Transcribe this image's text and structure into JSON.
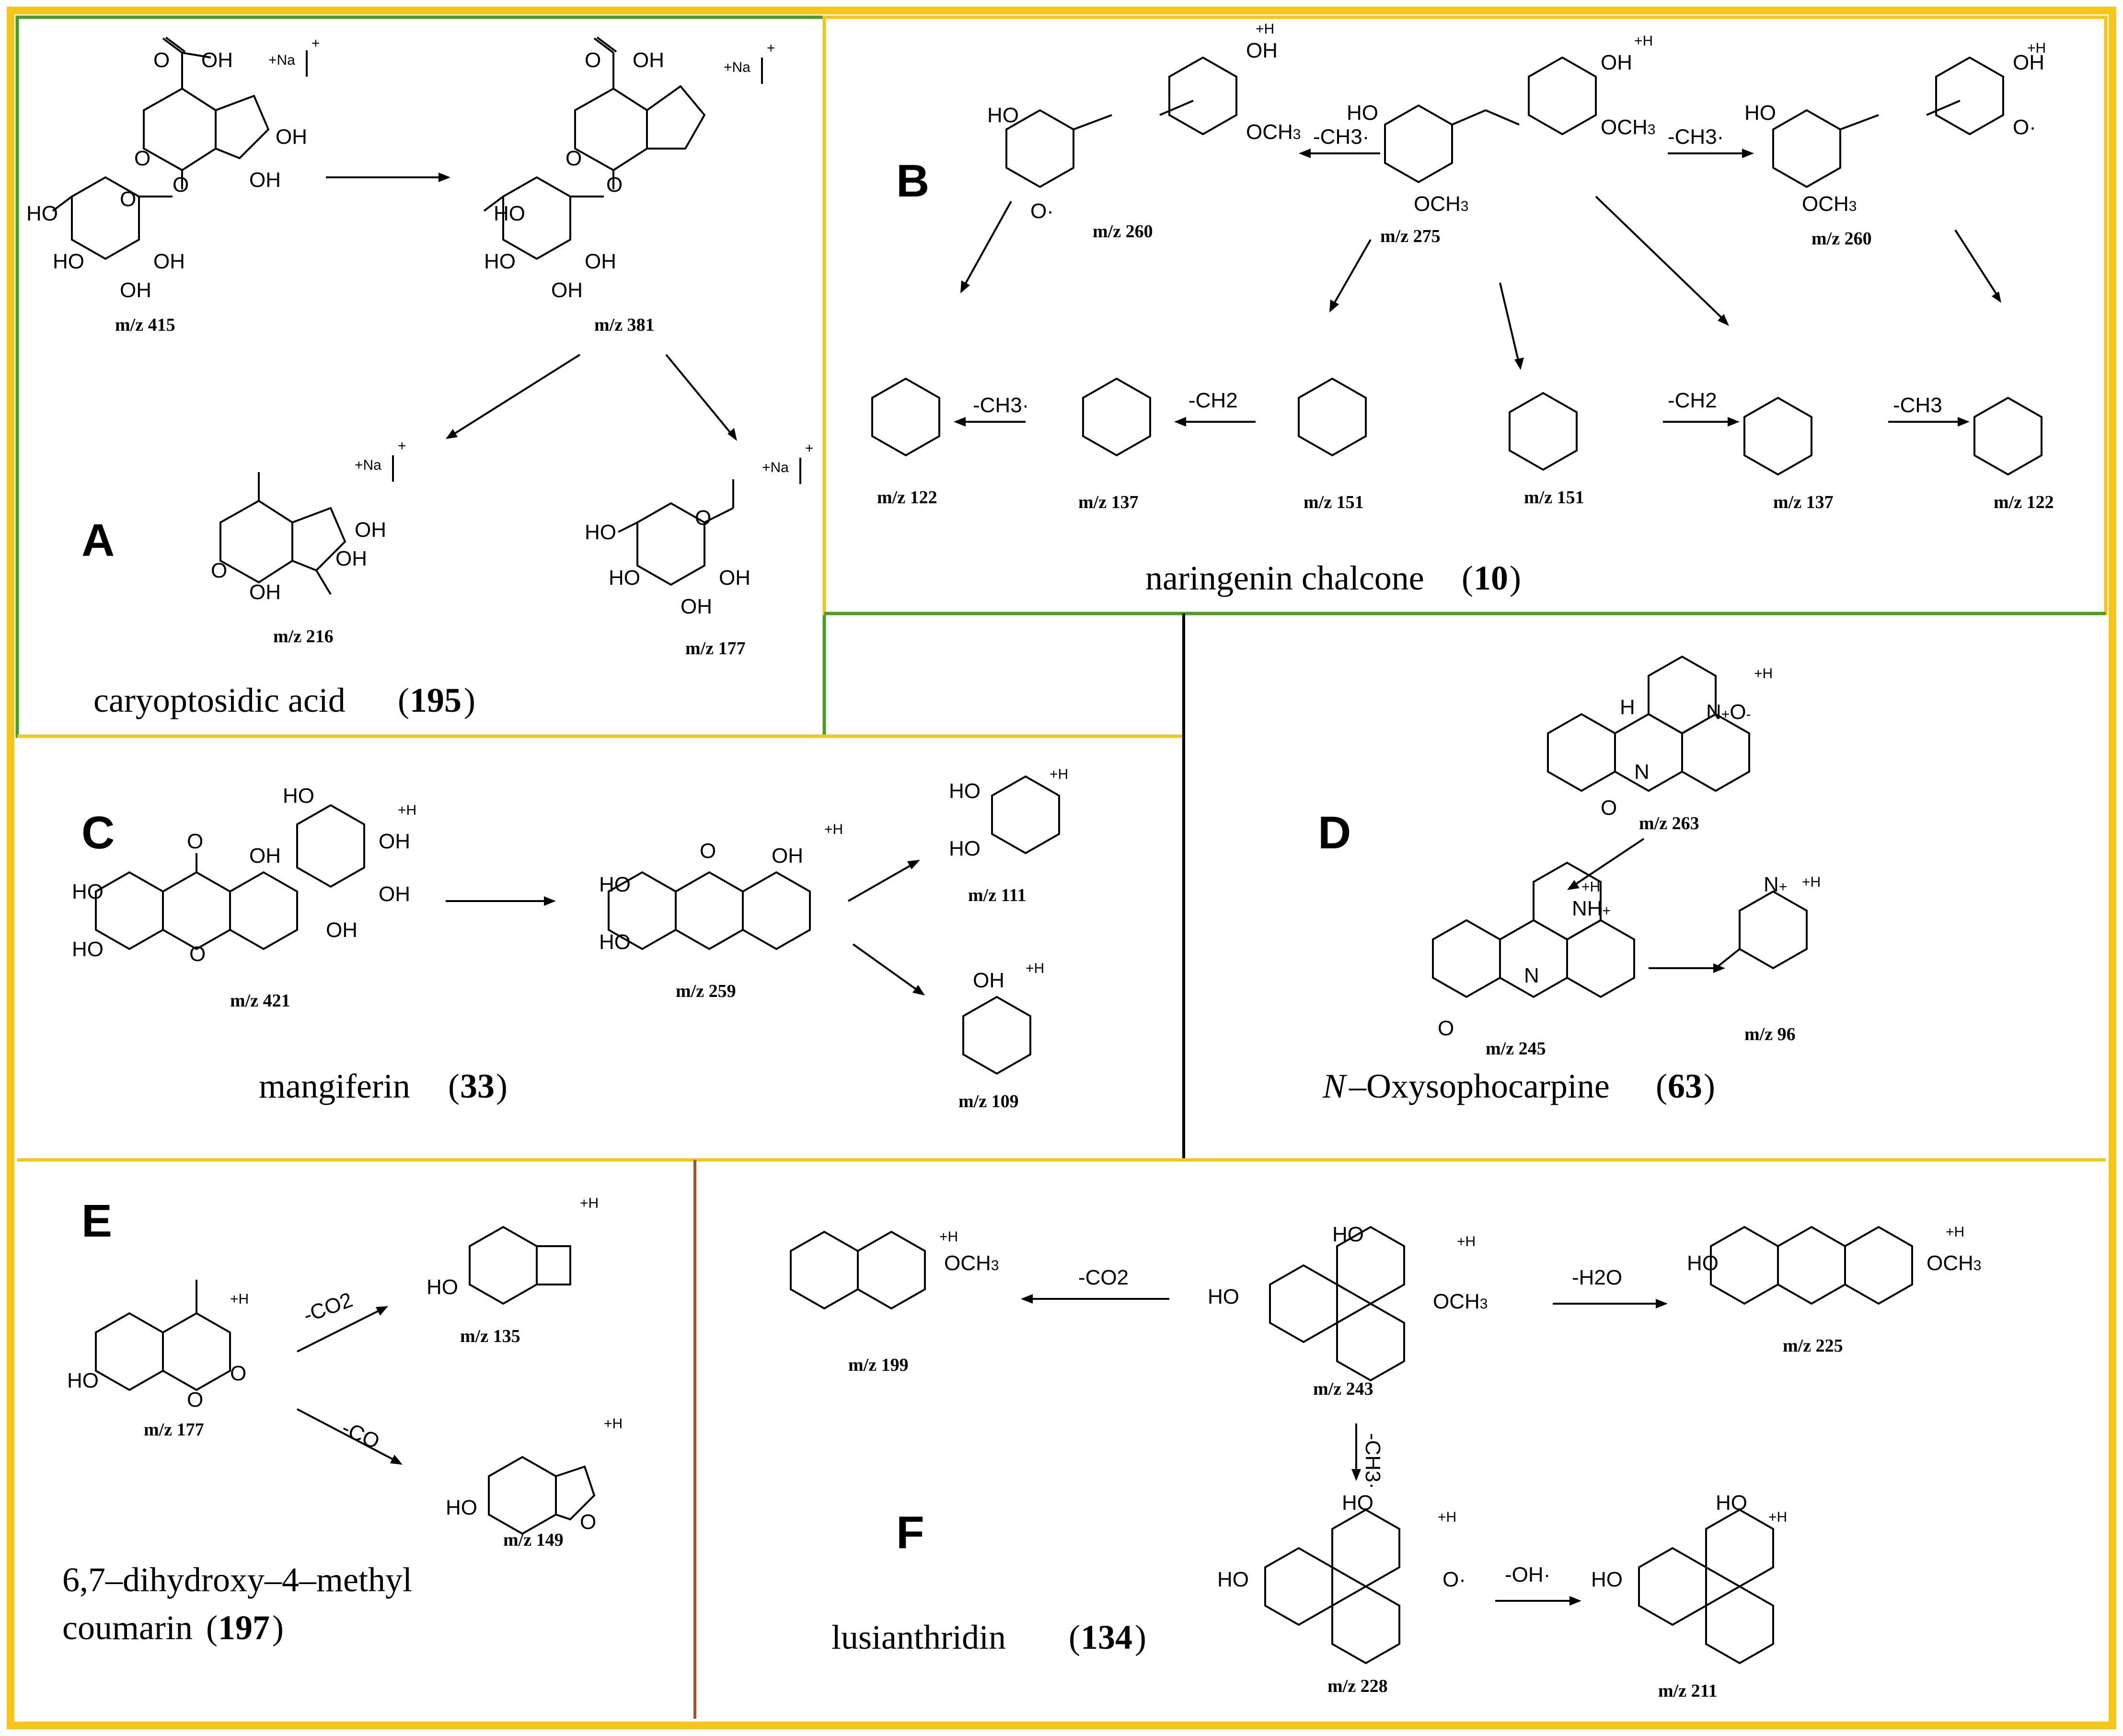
{
  "colors": {
    "frame": "#F5C518",
    "green": "#4A9B2A",
    "black": "#000000",
    "brown": "#A0522D"
  },
  "panels": {
    "A": {
      "letter": "A",
      "compound": "caryoptosidic acid",
      "number": "195",
      "ions": [
        "m/z 415",
        "m/z 381",
        "m/z 216",
        "m/z 177"
      ],
      "adduct": "+Na"
    },
    "B": {
      "letter": "B",
      "compound": "naringenin chalcone",
      "number": "10",
      "ions": [
        "m/z 260",
        "m/z 275",
        "m/z 260",
        "m/z 122",
        "m/z 137",
        "m/z 151",
        "m/z 151",
        "m/z 137",
        "m/z 122"
      ],
      "losses": [
        "-CH3·",
        "-CH3·",
        "-CH3·",
        "-CH2",
        "-CH2",
        "-CH3"
      ],
      "adduct": "+H"
    },
    "C": {
      "letter": "C",
      "compound": "mangiferin",
      "number": "33",
      "ions": [
        "m/z 421",
        "m/z 259",
        "m/z 111",
        "m/z 109"
      ],
      "adduct": "+H"
    },
    "D": {
      "letter": "D",
      "compound_prefix": "N",
      "compound": "–Oxysophocarpine",
      "number": "63",
      "ions": [
        "m/z 263",
        "m/z 245",
        "m/z 96"
      ],
      "adduct": "+H"
    },
    "E": {
      "letter": "E",
      "compound_line1": "6,7–dihydroxy–4–methyl",
      "compound_line2": "coumarin",
      "number": "197",
      "ions": [
        "m/z 177",
        "m/z 135",
        "m/z 149"
      ],
      "losses": [
        "-CO2",
        "-CO"
      ],
      "adduct": "+H"
    },
    "F": {
      "letter": "F",
      "compound": "lusianthridin",
      "number": "134",
      "ions": [
        "m/z 199",
        "m/z 243",
        "m/z 225",
        "m/z 228",
        "m/z 211"
      ],
      "losses": [
        "-CO2",
        "-H2O",
        "-CH3·",
        "-OH·"
      ],
      "adduct": "+H"
    }
  }
}
